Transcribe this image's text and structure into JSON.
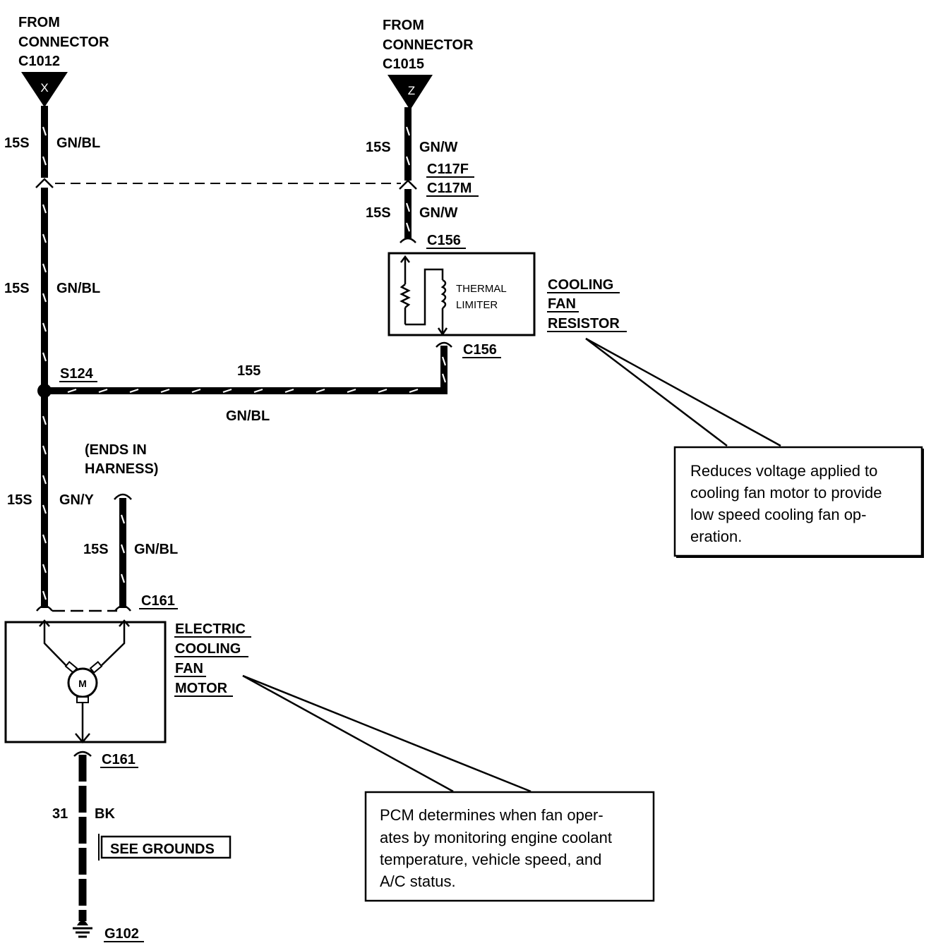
{
  "connectors": {
    "left": {
      "line1": "FROM",
      "line2": "CONNECTOR",
      "id": "C1012",
      "pin": "X"
    },
    "right": {
      "line1": "FROM",
      "line2": "CONNECTOR",
      "id": "C1015",
      "pin": "Z"
    }
  },
  "wires": {
    "left_top": {
      "gauge": "15S",
      "color": "GN/BL"
    },
    "left_mid": {
      "gauge": "15S",
      "color": "GN/BL"
    },
    "left_low": {
      "gauge": "15S",
      "color": "GN/Y"
    },
    "harness": {
      "gauge": "15S",
      "color": "GN/BL"
    },
    "right_top": {
      "gauge": "15S",
      "color": "GN/W"
    },
    "right_mid": {
      "gauge": "15S",
      "color": "GN/W"
    },
    "horizontal": {
      "gauge": "155",
      "color": "GN/BL"
    },
    "ground": {
      "gauge": "31",
      "color": "BK"
    }
  },
  "inline_connectors": {
    "c117f": "C117F",
    "c117m": "C117M",
    "c156_top": "C156",
    "c156_bottom": "C156",
    "c161_top": "C161",
    "c161_bottom": "C161"
  },
  "splice": "S124",
  "ends_in_harness": {
    "line1": "(ENDS IN",
    "line2": "HARNESS)"
  },
  "resistor": {
    "inner_line1": "THERMAL",
    "inner_line2": "LIMITER",
    "name_line1": "COOLING",
    "name_line2": "FAN",
    "name_line3": "RESISTOR"
  },
  "motor": {
    "symbol": "M",
    "name_line1": "ELECTRIC",
    "name_line2": "COOLING",
    "name_line3": "FAN",
    "name_line4": "MOTOR"
  },
  "see_grounds": "SEE GROUNDS",
  "ground_id": "G102",
  "notes": {
    "resistor": [
      "Reduces voltage applied to",
      "cooling fan motor to provide",
      "low speed cooling fan op-",
      "eration."
    ],
    "pcm": [
      "PCM determines when fan oper-",
      "ates by monitoring engine coolant",
      "temperature, vehicle speed, and",
      "A/C status."
    ]
  }
}
